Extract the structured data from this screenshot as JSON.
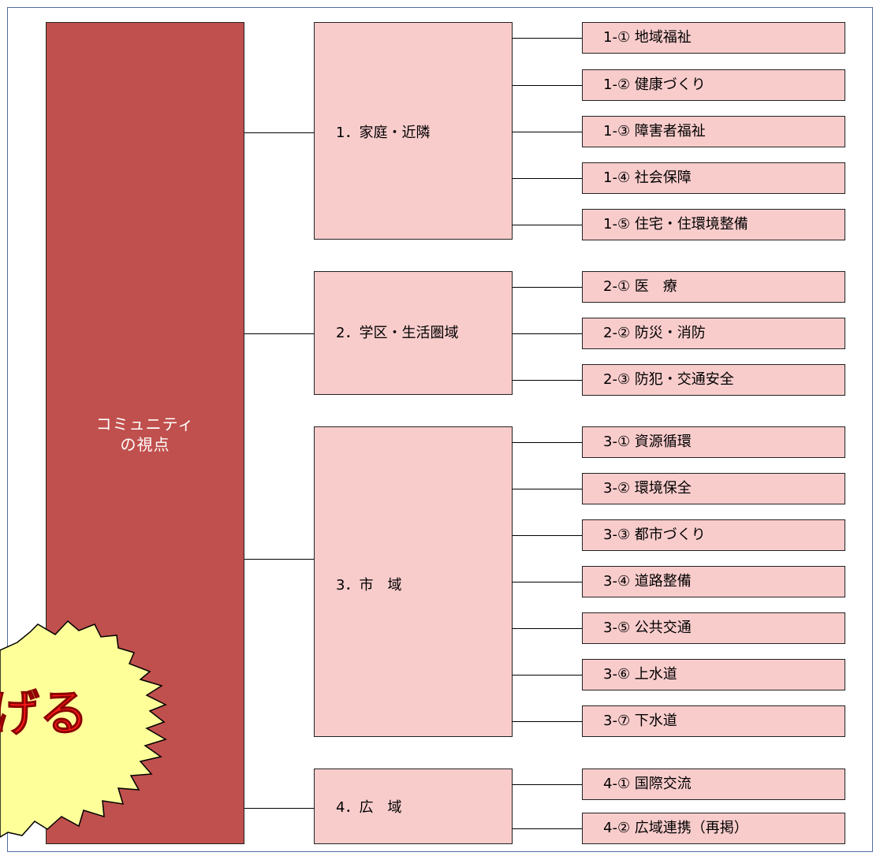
{
  "diagram": {
    "root": {
      "label": "コミュニティ\nの視点"
    },
    "callout": {
      "text": "げる"
    },
    "groups": [
      {
        "label": "1．家庭・近隣",
        "items": [
          "1-① 地域福祉",
          "1-② 健康づくり",
          "1-③ 障害者福祉",
          "1-④ 社会保障",
          "1-⑤ 住宅・住環境整備"
        ]
      },
      {
        "label": "2．学区・生活圏域",
        "items": [
          "2-① 医　療",
          "2-② 防災・消防",
          "2-③ 防犯・交通安全"
        ]
      },
      {
        "label": "3．市　域",
        "items": [
          "3-① 資源循環",
          "3-② 環境保全",
          "3-③ 都市づくり",
          "3-④ 道路整備",
          "3-⑤ 公共交通",
          "3-⑥ 上水道",
          "3-⑦ 下水道"
        ]
      },
      {
        "label": "4．広　域",
        "items": [
          "4-① 国際交流",
          "4-② 広域連携（再掲）"
        ]
      }
    ]
  },
  "colors": {
    "root_fill": "#c0504d",
    "node_fill": "#f9cccc",
    "callout_fill": "#ffff99",
    "callout_text": "#ff1a1a",
    "frame_border": "#4f6fa0"
  }
}
